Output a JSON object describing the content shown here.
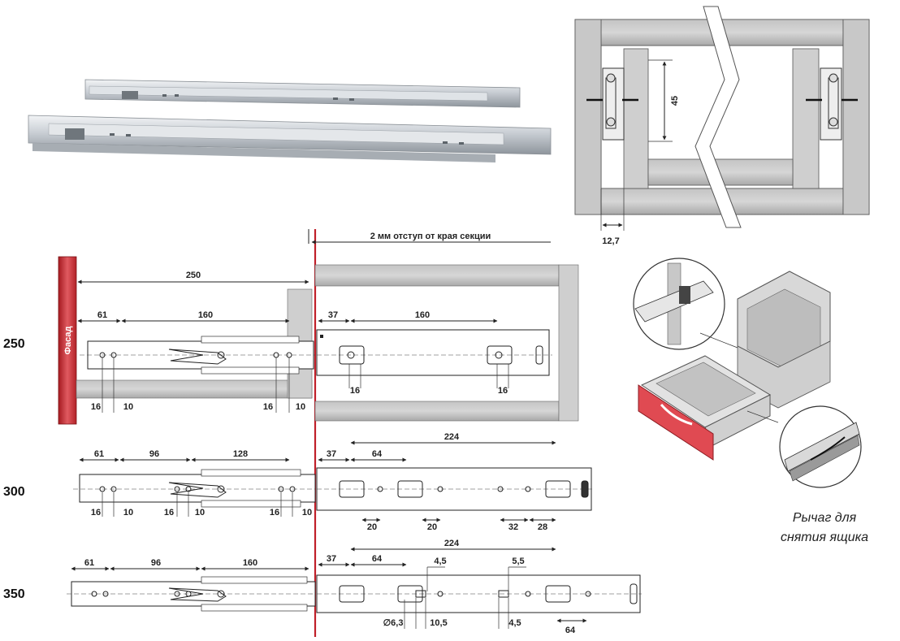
{
  "lower_labels": {
    "offset": "2 мм отступ от края секции",
    "facade": "Фасад",
    "caption_line1": "Рычаг для",
    "caption_line2": "снятия ящика",
    "top_dim": "12,7",
    "top_height": "45"
  },
  "rows": [
    {
      "label": "250",
      "overall": "250",
      "top_left": [
        "61",
        "160"
      ],
      "bottom_left": [
        "16",
        "10",
        "16",
        "10"
      ],
      "top_right": [
        "37",
        "160"
      ],
      "bottom_right": [
        "16",
        "16"
      ]
    },
    {
      "label": "300",
      "top_left": [
        "61",
        "96",
        "128"
      ],
      "bottom_left": [
        "16",
        "10",
        "16",
        "10",
        "16",
        "10"
      ],
      "top_right": [
        "37",
        "64",
        "224"
      ],
      "bottom_right": [
        "20",
        "20",
        "32",
        "28"
      ]
    },
    {
      "label": "350",
      "top_left": [
        "61",
        "96",
        "160"
      ],
      "top_right": [
        "37",
        "64",
        "224",
        "4,5",
        "5,5"
      ],
      "bottom_right": [
        "∅6,3",
        "10,5",
        "4,5",
        "64"
      ]
    }
  ]
}
